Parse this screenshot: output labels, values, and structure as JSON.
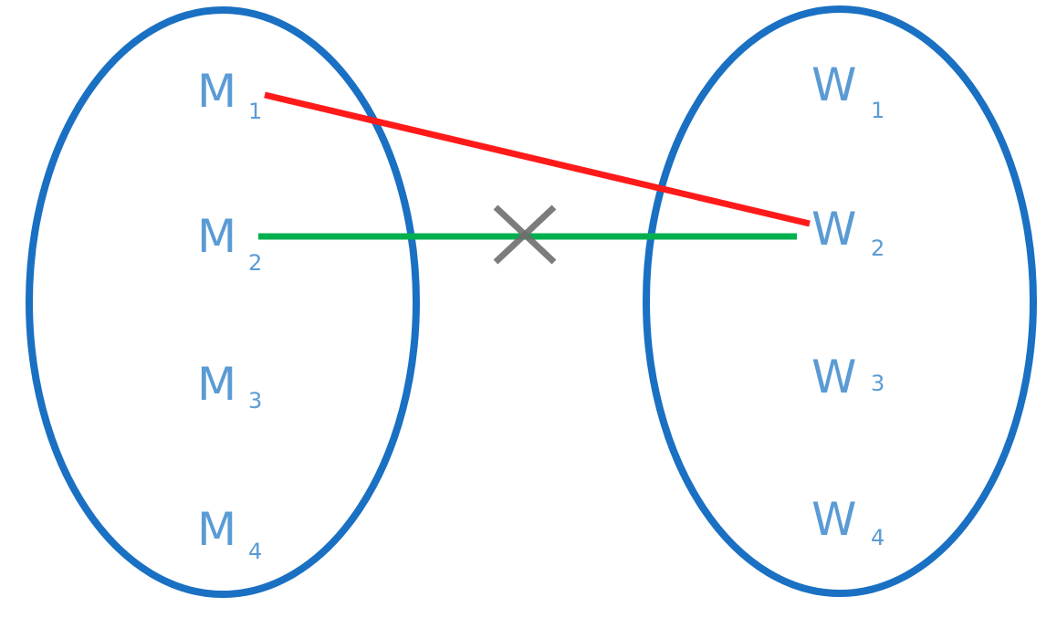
{
  "colors": {
    "set_outline": "#1a70c2",
    "label_text": "#5b9bd5",
    "rejected_pair_edge": "#ff1a1a",
    "proposed_pair_edge": "#00b04f",
    "cross_mark": "#6e6e6e"
  },
  "men": [
    {
      "letter": "M",
      "index": "1"
    },
    {
      "letter": "M",
      "index": "2"
    },
    {
      "letter": "M",
      "index": "3"
    },
    {
      "letter": "M",
      "index": "4"
    }
  ],
  "women": [
    {
      "letter": "W",
      "index": "1"
    },
    {
      "letter": "W",
      "index": "2"
    },
    {
      "letter": "W",
      "index": "3"
    },
    {
      "letter": "W",
      "index": "4"
    }
  ],
  "edges": [
    {
      "from": "M1",
      "to": "W2",
      "color": "red"
    },
    {
      "from": "M2",
      "to": "W2",
      "color": "green",
      "crossed_out": true
    }
  ]
}
